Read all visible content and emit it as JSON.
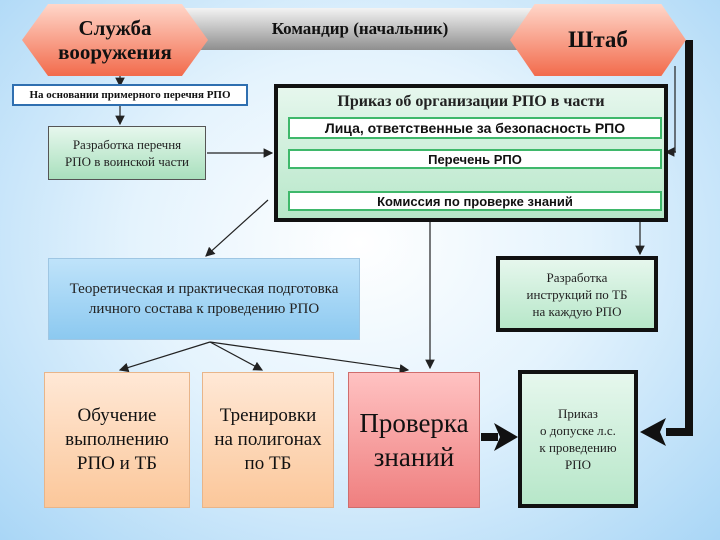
{
  "header": {
    "service": "Служба\nвооружения",
    "commander": "Командир (начальник)",
    "staff": "Штаб"
  },
  "note": "На основании примерного перечня РПО",
  "develop_list": "Разработка перечня\nРПО в воинской части",
  "order": {
    "title": "Приказ об организации РПО в части",
    "responsible": "Лица, ответственные за безопасность РПО",
    "list": "Перечень РПО",
    "commission": "Комиссия по проверке знаний"
  },
  "instructions": "Разработка\nинструкций по ТБ\nна каждую РПО",
  "training_prep": "Теоретическая и практическая подготовка\nличного состава к проведению РПО",
  "learning": "Обучение\nвыполнению\nРПО и ТБ",
  "drills": "Тренировки\nна полигонах\nпо ТБ",
  "knowledge_check": "Проверка\nзнаний",
  "admission_order": "Приказ\nо допуске л.с.\nк проведению\nРПО"
}
